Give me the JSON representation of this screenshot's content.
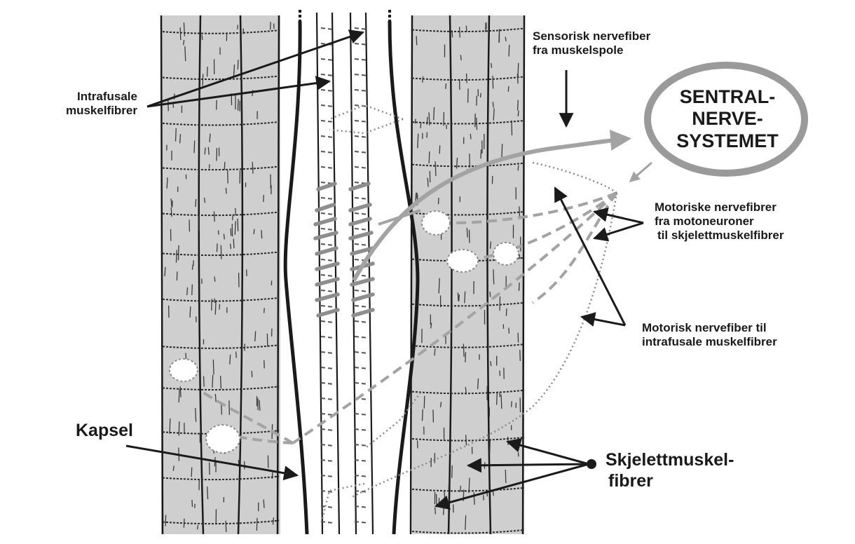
{
  "labels": {
    "intrafusale": [
      "Intrafusale",
      "muskelfibrer"
    ],
    "sensorisk": [
      "Sensorisk nervefiber",
      "fra muskelspole"
    ],
    "sentral": [
      "SENTRAL-",
      "NERVE-",
      "SYSTEMET"
    ],
    "motoriske": [
      "Motoriske nervefibrer",
      "fra motoneuroner",
      "til skjelettmuskelfibrer"
    ],
    "motorisk_intra": [
      "Motorisk nervefiber til",
      "intrafusale muskelfibrer"
    ],
    "kapsel": "Kapsel",
    "skjelett": [
      "Skjelettmuskel-",
      "fibrer"
    ]
  },
  "colors": {
    "muscle_fill": "#cfcfcf",
    "ink": "#1a1a1a",
    "nerve_gray": "#a3a3a3",
    "background": "#ffffff"
  }
}
